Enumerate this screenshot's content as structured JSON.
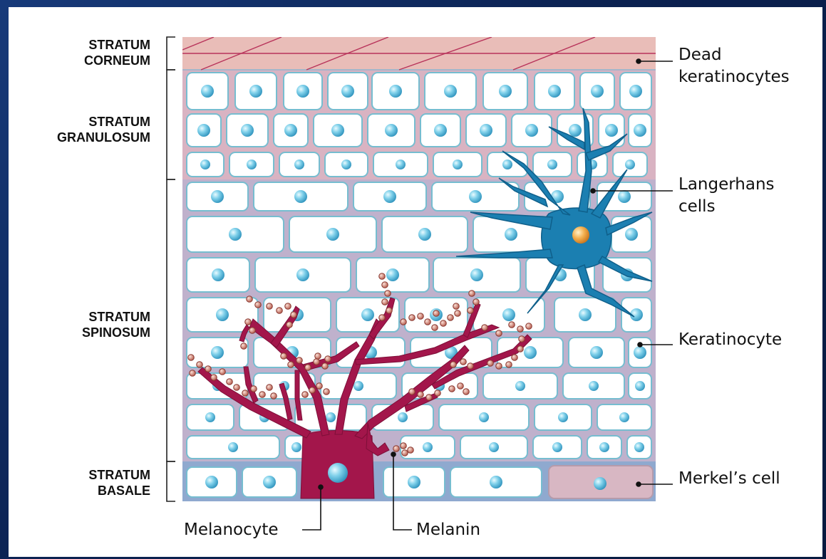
{
  "layers": [
    {
      "id": "corneum",
      "label": "STRATUM\nCORNEUM"
    },
    {
      "id": "granulosum",
      "label": "STRATUM\nGRANULOSUM"
    },
    {
      "id": "spinosum",
      "label": "STRATUM\nSPINOSUM"
    },
    {
      "id": "basale",
      "label": "STRATUM\nBASALE"
    }
  ],
  "callouts": {
    "dead": "Dead\nkeratinocytes",
    "langerhans": "Langerhans\ncells",
    "keratinocyte": "Keratinocyte",
    "merkel": "Merkel’s cell",
    "melanocyte": "Melanocyte",
    "melanin": "Melanin"
  },
  "colors": {
    "background": "#0c2350",
    "corneum": "#e8b9b6",
    "intercellular": "#b9a9c8",
    "cell_border": "#6fb8cc",
    "nucleus": "#4fb3d6",
    "melanocyte": "#a3154a",
    "melanin": "#d98b7c",
    "langerhans": "#1a7fb0",
    "langerhans_nucleus": "#f0a541",
    "merkel": "#d8b8c4"
  }
}
